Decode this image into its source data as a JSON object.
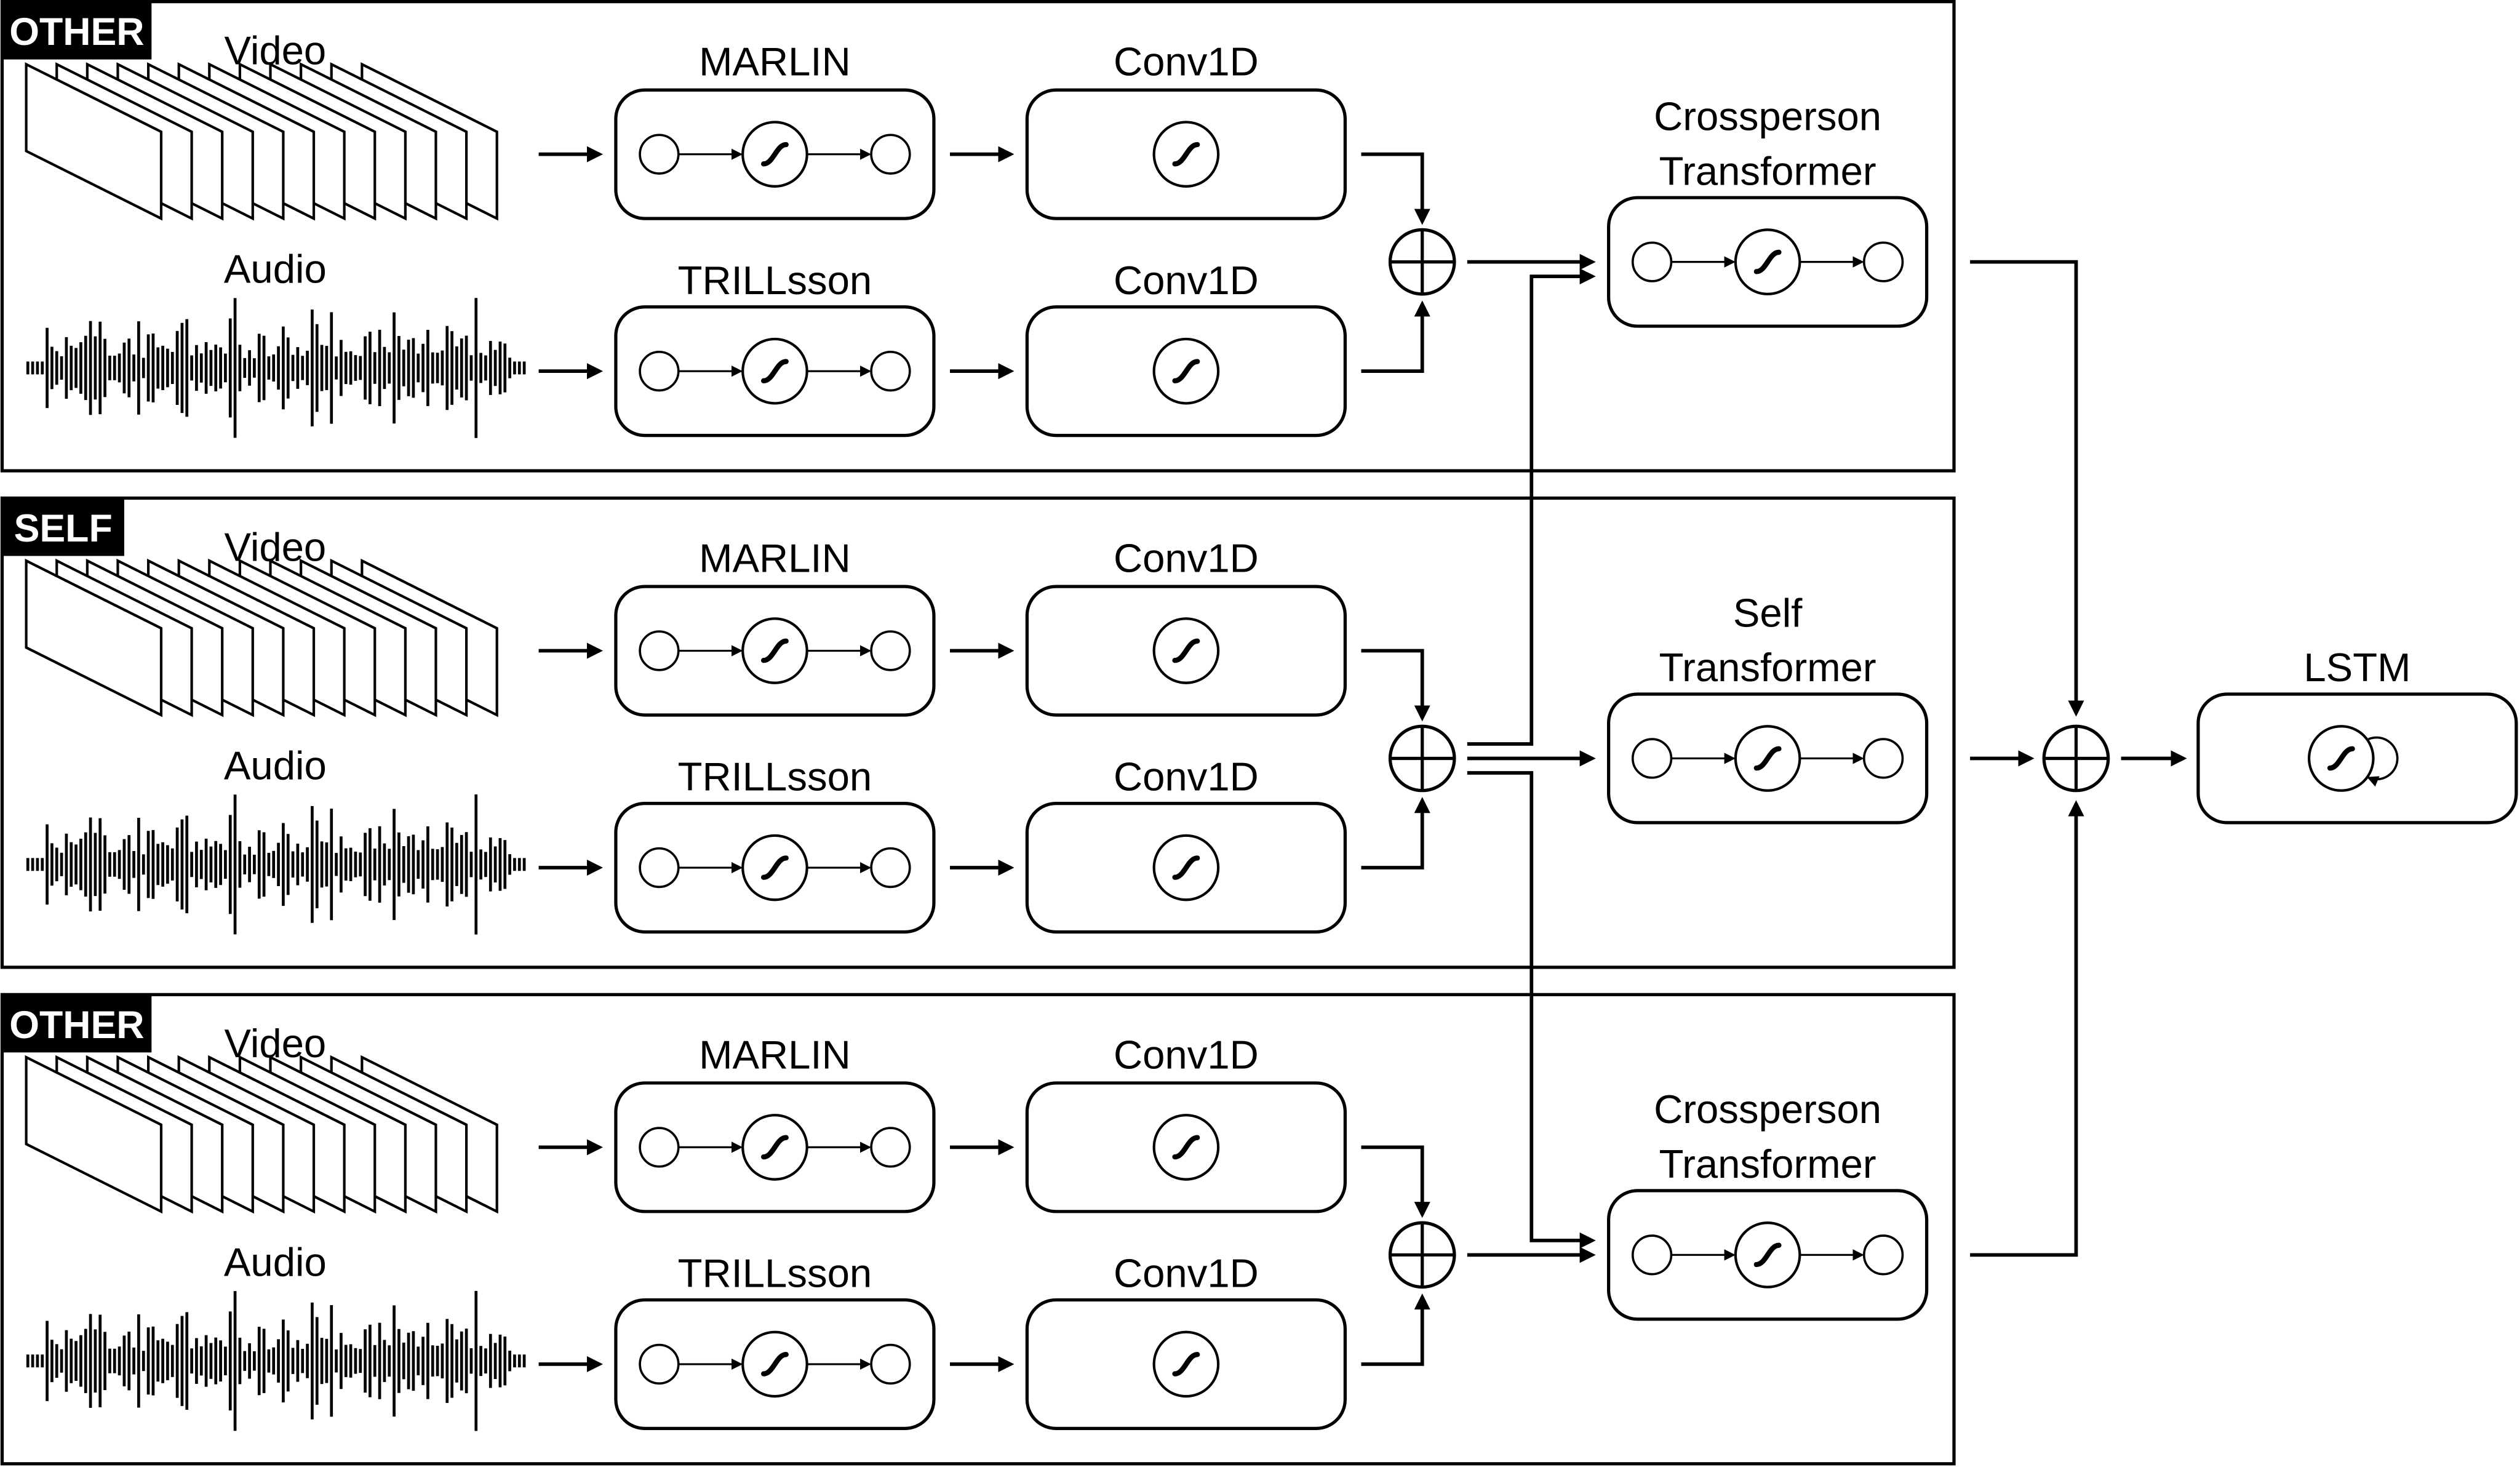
{
  "panels": [
    {
      "tag": "OTHER",
      "video_label": "Video",
      "audio_label": "Audio",
      "video_encoder": "MARLIN",
      "audio_encoder": "TRILLsson",
      "video_conv": "Conv1D",
      "audio_conv": "Conv1D"
    },
    {
      "tag": "SELF",
      "video_label": "Video",
      "audio_label": "Audio",
      "video_encoder": "MARLIN",
      "audio_encoder": "TRILLsson",
      "video_conv": "Conv1D",
      "audio_conv": "Conv1D"
    },
    {
      "tag": "OTHER",
      "video_label": "Video",
      "audio_label": "Audio",
      "video_encoder": "MARLIN",
      "audio_encoder": "TRILLsson",
      "video_conv": "Conv1D",
      "audio_conv": "Conv1D"
    }
  ],
  "transformers": [
    {
      "line1": "Crossperson",
      "line2": "Transformer"
    },
    {
      "line1": "Self",
      "line2": "Transformer"
    },
    {
      "line1": "Crossperson",
      "line2": "Transformer"
    }
  ],
  "lstm": {
    "label": "LSTM"
  }
}
